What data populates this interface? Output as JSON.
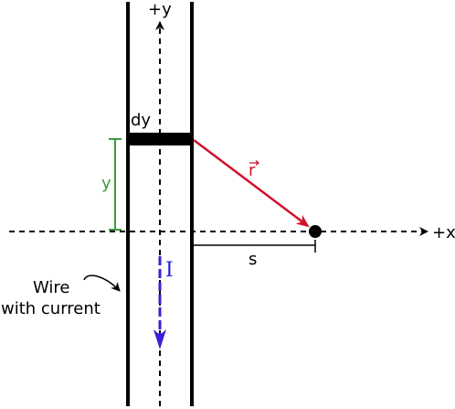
{
  "labels": {
    "y_axis": "+y",
    "x_axis": "+x",
    "dy": "dy",
    "y": "y",
    "r": "r",
    "s": "s",
    "current": "I",
    "wire_line1": "Wire",
    "wire_line2": "with current"
  },
  "colors": {
    "wire": "#000000",
    "axis": "#000000",
    "r_vector": "#d0122a",
    "y_bracket": "#3c9a3c",
    "current": "#1f1fd6",
    "current_arrow": "#3a1fd6"
  }
}
